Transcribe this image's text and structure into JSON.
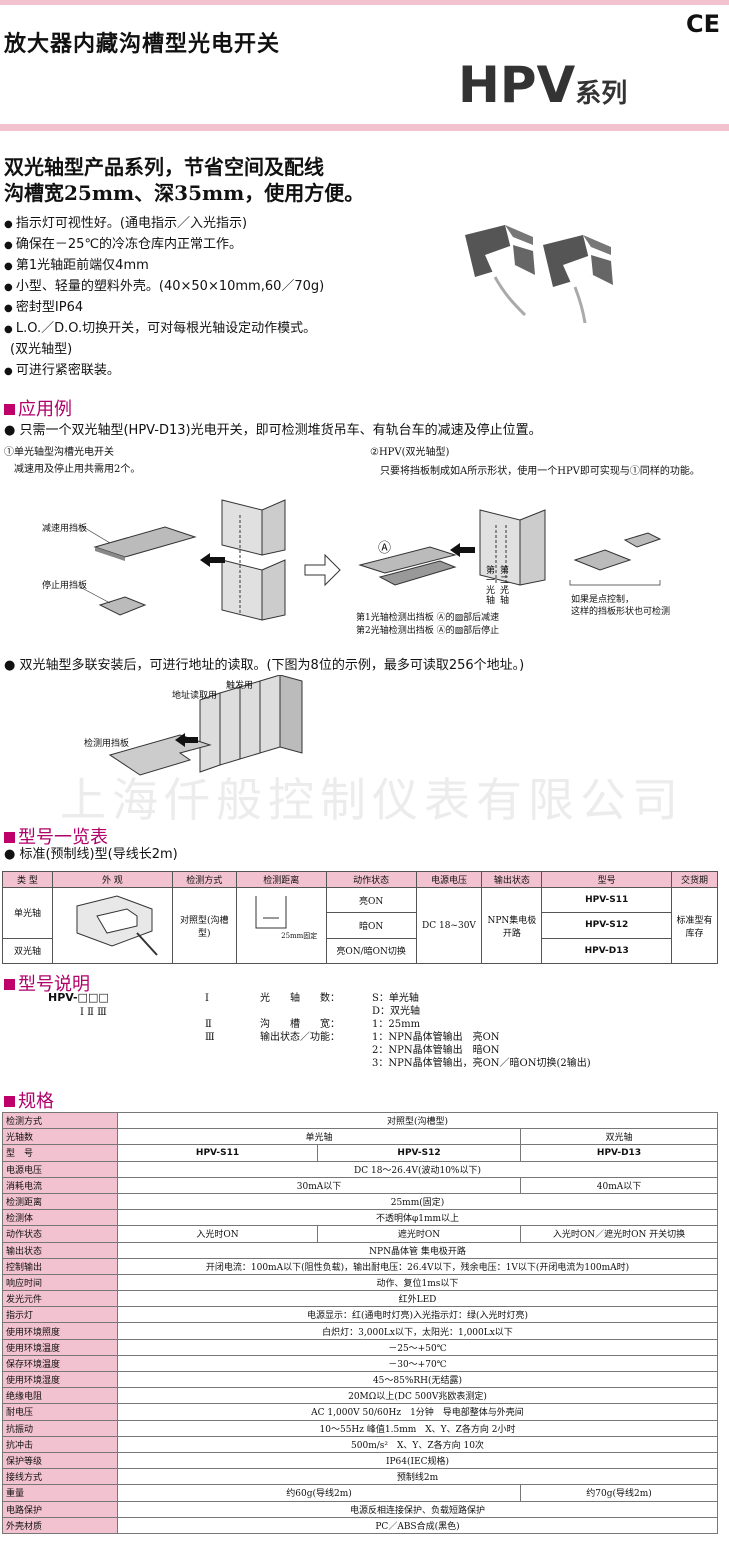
{
  "header": {
    "title": "放大器内藏沟槽型光电开关",
    "ce": "CE",
    "series_main": "HPV",
    "series_suffix": "系列"
  },
  "headline": [
    "双光轴型产品系列，节省空间及配线",
    "沟槽宽25mm、深35mm，使用方便。"
  ],
  "features": [
    "指示灯可视性好。(通电指示／入光指示)",
    "确保在－25℃的冷冻仓库内正常工作。",
    "第1光轴距前端仅4mm",
    "小型、轻量的塑料外壳。(40×50×10mm,60／70g)",
    "密封型IP64",
    "L.O.／D.O.切换开关，可对每根光轴设定动作模式。",
    "(双光轴型)",
    "可进行紧密联装。"
  ],
  "app": {
    "title": "应用例",
    "intro": "只需一个双光轴型(HPV-D13)光电开关，即可检测堆货吊车、有轨台车的减速及停止位置。",
    "left_title": "①单光轴型沟槽光电开关",
    "left_desc": "减速用及停止用共需用2个。",
    "right_title": "②HPV(双光轴型)",
    "right_desc": "只要将挡板制成如A所示形状，使用一个HPV即可实现与①同样的功能。",
    "label_decel": "减速用挡板",
    "label_stop": "停止用挡板",
    "label_a": "Ⓐ",
    "axis1": "第一光轴",
    "axis2": "第二光轴",
    "note1": "第1光轴检测出挡板 Ⓐ的▨部后减速",
    "note2": "第2光轴检测出挡板 Ⓐ的▧部后停止",
    "spot": "如果是点控制，",
    "spot2": "这样的挡板形状也可检测",
    "multi": "双光轴型多联安装后，可进行地址的读取。(下图为8位的示例，最多可读取256个地址。)",
    "addr": "地址读取用",
    "trigger": "触发用",
    "detect": "检测用挡板"
  },
  "watermark": "上海仟般控制仪表有限公司",
  "models": {
    "title": "型号一览表",
    "sub": "标准(预制线)型(导线长2m)",
    "headers": [
      "类 型",
      "外 观",
      "检测方式",
      "检测距离",
      "动作状态",
      "电源电压",
      "输出状态",
      "型号",
      "交货期"
    ],
    "row_single": "单光轴",
    "row_double": "双光轴",
    "method": "对照型(沟槽型)",
    "dist_label": "25mm固定",
    "actions": [
      "亮ON",
      "暗ON",
      "亮ON/暗ON切换"
    ],
    "voltage": "DC 18~30V",
    "output": "NPN集电极开路",
    "codes": [
      "HPV-S11",
      "HPV-S12",
      "HPV-D13"
    ],
    "delivery": "标准型有库存"
  },
  "explain": {
    "title": "型号说明",
    "code": "HPV-□□□",
    "roman": "Ⅰ Ⅱ Ⅲ",
    "rows": [
      {
        "num": "Ⅰ",
        "label": "光　　轴　　数：",
        "vals": [
          "S：单光轴",
          "D：双光轴"
        ]
      },
      {
        "num": "Ⅱ",
        "label": "沟　　槽　　宽：",
        "vals": [
          "1：25mm"
        ]
      },
      {
        "num": "Ⅲ",
        "label": "输出状态／功能：",
        "vals": [
          "1：NPN晶体管输出　亮ON",
          "2：NPN晶体管输出　暗ON",
          "3：NPN晶体管输出，亮ON／暗ON切换(2输出)"
        ]
      }
    ]
  },
  "spec": {
    "title": "规格",
    "rows": [
      [
        "检测方式",
        "对照型(沟槽型)"
      ],
      [
        "光轴数",
        "单光轴",
        "双光轴"
      ],
      [
        "型　号",
        "HPV-S11",
        "HPV-S12",
        "HPV-D13"
      ],
      [
        "电源电压",
        "DC 18～26.4V(波动10%以下)"
      ],
      [
        "消耗电流",
        "30mA以下",
        "40mA以下"
      ],
      [
        "检测距离",
        "25mm(固定)"
      ],
      [
        "检测体",
        "不透明体φ1mm以上"
      ],
      [
        "动作状态",
        "入光时ON",
        "遮光时ON",
        "入光时ON／遮光时ON 开关切换"
      ],
      [
        "输出状态",
        "NPN晶体管 集电极开路"
      ],
      [
        "控制输出",
        "开闭电流：100mA以下(阻性负载)，输出耐电压：26.4V以下，残余电压：1V以下(开闭电流为100mA时)"
      ],
      [
        "响应时间",
        "动作、复位1ms以下"
      ],
      [
        "发光元件",
        "红外LED"
      ],
      [
        "指示灯",
        "电源显示：红(通电时灯亮)入光指示灯：绿(入光时灯亮)"
      ],
      [
        "使用环境照度",
        "白炽灯：3,000Lx以下，太阳光：1,000Lx以下"
      ],
      [
        "使用环境温度",
        "－25～+50℃"
      ],
      [
        "保存环境温度",
        "－30～+70℃"
      ],
      [
        "使用环境湿度",
        "45～85%RH(无结露)"
      ],
      [
        "绝缘电阻",
        "20MΩ以上(DC 500V兆欧表测定)"
      ],
      [
        "耐电压",
        "AC 1,000V 50/60Hz　1分钟　导电部整体与外壳间"
      ],
      [
        "抗振动",
        "10～55Hz 峰值1.5mm　X、Y、Z各方向 2小时"
      ],
      [
        "抗冲击",
        "500m/s²　X、Y、Z各方向 10次"
      ],
      [
        "保护等级",
        "IP64(IEC规格)"
      ],
      [
        "接线方式",
        "预制线2m"
      ],
      [
        "重量",
        "约60g(导线2m)",
        "约70g(导线2m)"
      ],
      [
        "电路保护",
        "电源反相连接保护、负载短路保护"
      ],
      [
        "外壳材质",
        "PC／ABS合成(黑色)"
      ]
    ]
  }
}
